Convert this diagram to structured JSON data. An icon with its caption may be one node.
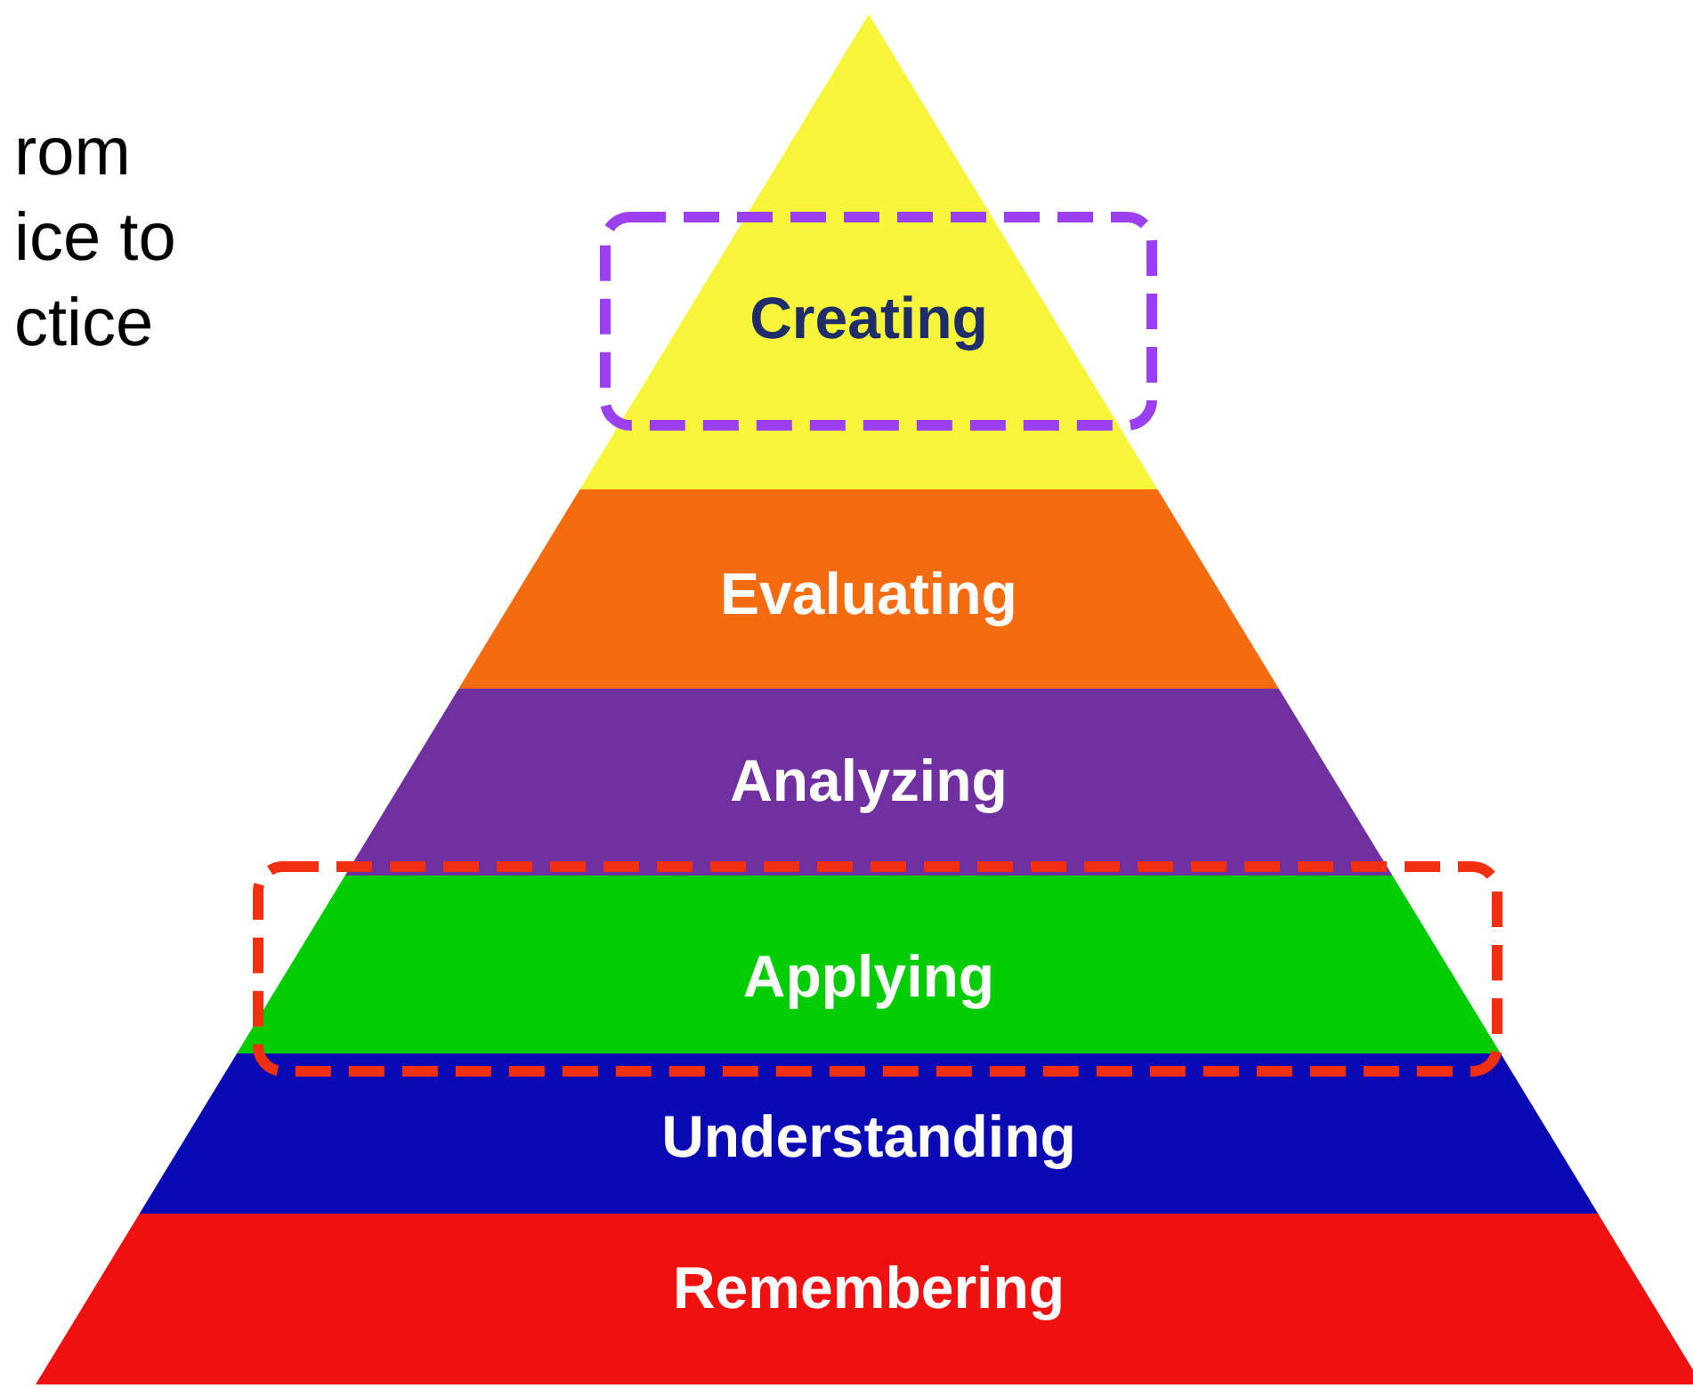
{
  "diagram": {
    "nodes": [
      {
        "text": [
          "Creating"
        ]
      },
      {
        "text": [
          "Evaluating"
        ]
      },
      {
        "text": [
          "Analyzing"
        ]
      },
      {
        "text": [
          "Applying"
        ]
      },
      {
        "text": [
          "Understanding"
        ]
      },
      {
        "text": [
          "Remembering"
        ]
      }
    ],
    "labels": [
      "rom ice to ctice"
    ]
  }
}
